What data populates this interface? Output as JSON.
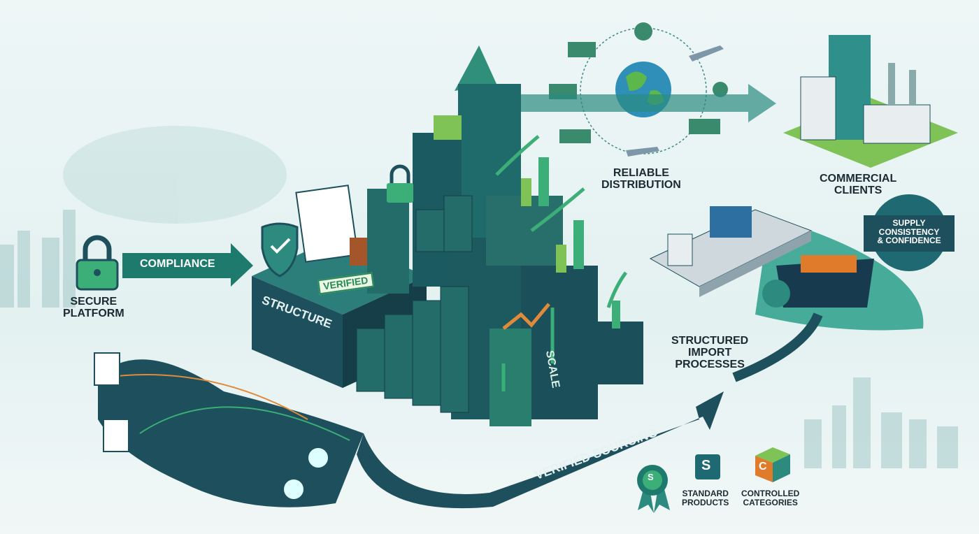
{
  "labels": {
    "compliance": "COMPLIANCE",
    "secure_platform": [
      "SECURE",
      "PLATFORM"
    ],
    "structure": "STRUCTURE",
    "verified_stamp": "VERIFIED",
    "scale": "SCALE",
    "reliable_distribution": [
      "RELIABLE",
      "DISTRIBUTION"
    ],
    "commercial_clients": [
      "COMMERCIAL",
      "CLIENTS"
    ],
    "badge": [
      "SUPPLY",
      "CONSISTENCY",
      "& CONFIDENCE"
    ],
    "structured_import": [
      "STRUCTURED",
      "IMPORT",
      "PROCESSES"
    ],
    "verified_sourcing": "VERIFIED SOURCING",
    "standard_products": [
      "STANDARD",
      "PRODUCTS"
    ],
    "controlled_categories": [
      "CONTROLLED",
      "CATEGORIES"
    ],
    "standard_icon_letter": "S",
    "controlled_icon_letter": "C",
    "ribbon_letter": "S"
  },
  "colors": {
    "teal_dark": "#1d4f5c",
    "teal": "#1f7a6e",
    "green": "#3cae78",
    "orange": "#e07b2c"
  }
}
